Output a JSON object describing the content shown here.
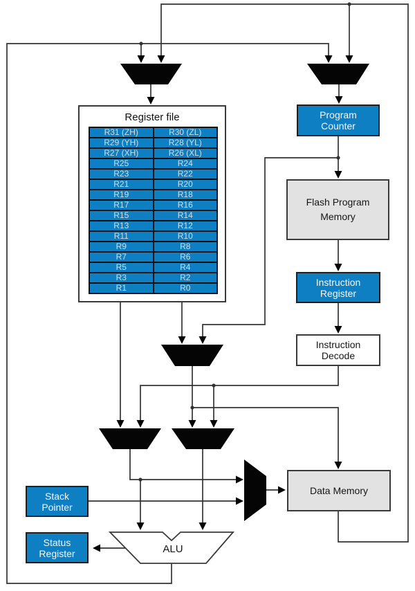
{
  "colors": {
    "accent_blue": "#0f7fc4",
    "box_gray": "#e2e2e2",
    "wire": "#333333",
    "border_dark": "#1f1f1f",
    "cell_text": "#d5dde3",
    "mux_black": "#050505"
  },
  "register_file": {
    "title": "Register file",
    "rows": [
      {
        "left": "R31 (ZH)",
        "right": "R30 (ZL)"
      },
      {
        "left": "R29 (YH)",
        "right": "R28 (YL)"
      },
      {
        "left": "R27 (XH)",
        "right": "R26 (XL)"
      },
      {
        "left": "R25",
        "right": "R24"
      },
      {
        "left": "R23",
        "right": "R22"
      },
      {
        "left": "R21",
        "right": "R20"
      },
      {
        "left": "R19",
        "right": "R18"
      },
      {
        "left": "R17",
        "right": "R16"
      },
      {
        "left": "R15",
        "right": "R14"
      },
      {
        "left": "R13",
        "right": "R12"
      },
      {
        "left": "R11",
        "right": "R10"
      },
      {
        "left": "R9",
        "right": "R8"
      },
      {
        "left": "R7",
        "right": "R6"
      },
      {
        "left": "R5",
        "right": "R4"
      },
      {
        "left": "R3",
        "right": "R2"
      },
      {
        "left": "R1",
        "right": "R0"
      }
    ]
  },
  "boxes": {
    "program_counter": {
      "line1": "Program",
      "line2": "Counter"
    },
    "flash_program_memory": {
      "line1": "Flash Program",
      "line2": "Memory"
    },
    "instruction_register": {
      "line1": "Instruction",
      "line2": "Register"
    },
    "instruction_decode": {
      "line1": "Instruction",
      "line2": "Decode"
    },
    "data_memory": {
      "label": "Data Memory"
    },
    "stack_pointer": {
      "line1": "Stack",
      "line2": "Pointer"
    },
    "status_register": {
      "line1": "Status",
      "line2": "Register"
    },
    "alu": {
      "label": "ALU"
    }
  }
}
